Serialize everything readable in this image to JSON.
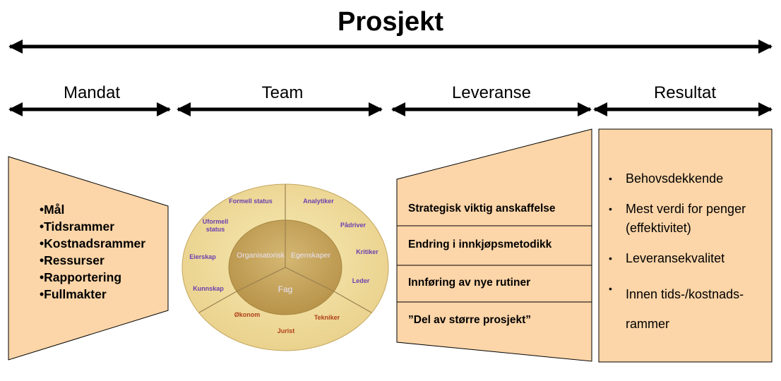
{
  "title": "Prosjekt",
  "phases": [
    "Mandat",
    "Team",
    "Leveranse",
    "Resultat"
  ],
  "mandat": {
    "items": [
      "Mål",
      "Tidsrammer",
      "Kostnadsrammer",
      "Ressurser",
      "Rapportering",
      "Fullmakter"
    ]
  },
  "team": {
    "inner": [
      "Organisatorisk",
      "Egenskaper",
      "Fag"
    ],
    "outer_org": [
      "Formell status",
      "Uformell status",
      "Eierskap",
      "Kunnskap"
    ],
    "outer_egen": [
      "Analytiker",
      "Pådriver",
      "Kritiker",
      "Leder"
    ],
    "outer_fag": [
      "Økonom",
      "Jurist",
      "Tekniker"
    ]
  },
  "leveranse": {
    "items": [
      "Strategisk viktig anskaffelse",
      "Endring i innkjøpsmetodikk",
      "Innføring av nye rutiner",
      "”Del av større prosjekt”"
    ]
  },
  "resultat": {
    "items": [
      "Behovsdekkende",
      "Mest verdi for penger (effektivitet)",
      "Leveransekvalitet",
      "Innen tids-/kostnads-rammer"
    ]
  },
  "colors": {
    "shape_fill": "#fcd5a8",
    "circle_outer": "#f0d98c",
    "circle_inner": "#c9a75a",
    "purple_text": "#6a3fb0",
    "brown_text": "#b0401a"
  }
}
